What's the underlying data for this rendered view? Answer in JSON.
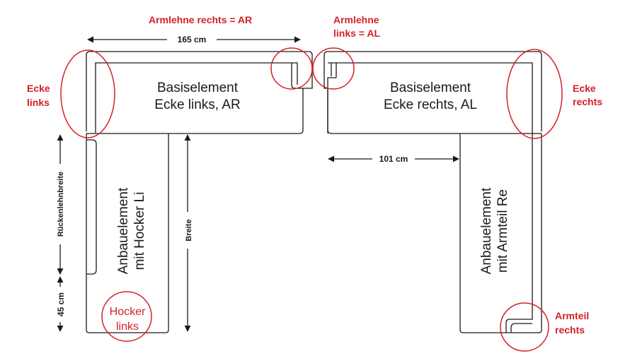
{
  "colors": {
    "annotation": "#d42027",
    "line": "#1a1a1a",
    "background": "#ffffff"
  },
  "labels": {
    "armlehne_rechts": "Armlehne rechts = AR",
    "armlehne_links_1": "Armlehne",
    "armlehne_links_2": "links = AL",
    "ecke_links_1": "Ecke",
    "ecke_links_2": "links",
    "ecke_rechts_1": "Ecke",
    "ecke_rechts_2": "rechts",
    "armteil_rechts_1": "Armteil",
    "armteil_rechts_2": "rechts",
    "hocker_links_1": "Hocker",
    "hocker_links_2": "links"
  },
  "left_sofa": {
    "base_line1": "Basiselement",
    "base_line2": "Ecke links, AR",
    "attach_line1": "Anbauelement",
    "attach_line2": "mit Hocker Li"
  },
  "right_sofa": {
    "base_line1": "Basiselement",
    "base_line2": "Ecke rechts, AL",
    "attach_line1": "Anbauelement",
    "attach_line2": "mit Armteil Re"
  },
  "dimensions": {
    "width_165": "165 cm",
    "width_101": "101 cm",
    "rueckenlehnbreite": "Rückenlehnbreite",
    "breite": "Breite",
    "depth_45": "45 cm"
  }
}
